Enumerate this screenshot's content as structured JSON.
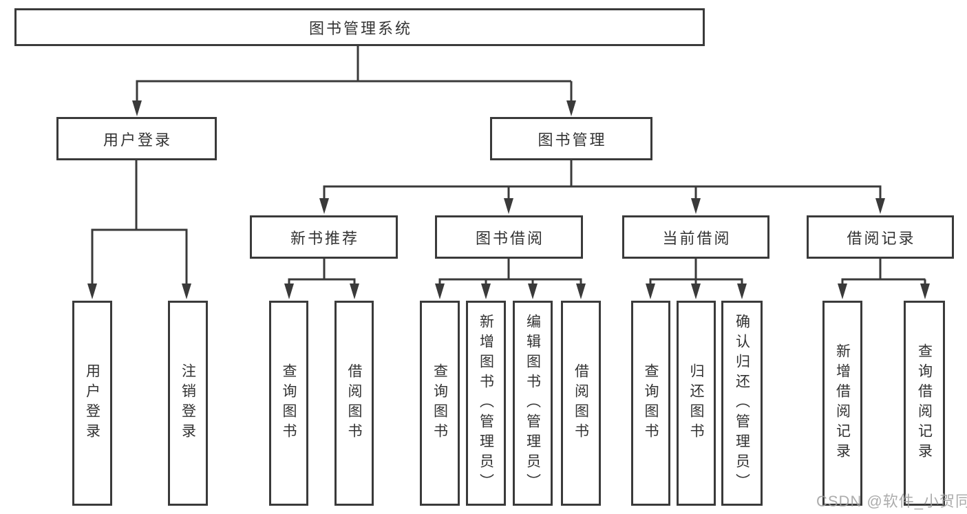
{
  "colors": {
    "line": "#3a3a3a",
    "text": "#333333",
    "box_background": "#ffffff",
    "page_background": "#ffffff",
    "watermark": "#9e9e9e"
  },
  "watermark": {
    "text": "CSDN @软件_小贺同学"
  },
  "tree": {
    "label": "图书管理系统",
    "children": [
      {
        "label": "用户登录",
        "children": [
          {
            "label": "用户登录"
          },
          {
            "label": "注销登录"
          }
        ]
      },
      {
        "label": "图书管理",
        "children": [
          {
            "label": "新书推荐",
            "children": [
              {
                "label": "查询图书"
              },
              {
                "label": "借阅图书"
              }
            ]
          },
          {
            "label": "图书借阅",
            "children": [
              {
                "label": "查询图书"
              },
              {
                "label": "新增图书（管理员）"
              },
              {
                "label": "编辑图书（管理员）"
              },
              {
                "label": "借阅图书"
              }
            ]
          },
          {
            "label": "当前借阅",
            "children": [
              {
                "label": "查询图书"
              },
              {
                "label": "归还图书"
              },
              {
                "label": "确认归还（管理员）"
              }
            ]
          },
          {
            "label": "借阅记录",
            "children": [
              {
                "label": "新增借阅记录"
              },
              {
                "label": "查询借阅记录"
              }
            ]
          }
        ]
      }
    ]
  }
}
